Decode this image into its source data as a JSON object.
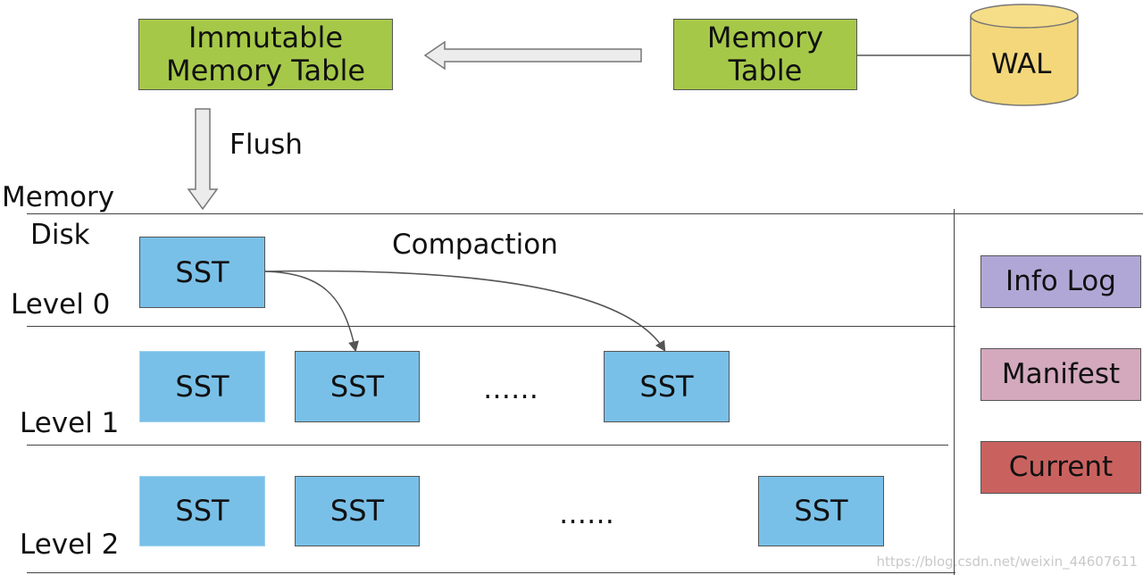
{
  "top": {
    "immutable_memtable": "Immutable\nMemory Table",
    "memtable": "Memory\nTable",
    "wal": "WAL",
    "flush_label": "Flush"
  },
  "boundary": {
    "memory_label": "Memory",
    "disk_label": "Disk"
  },
  "compaction_label": "Compaction",
  "levels": {
    "level0": {
      "label": "Level 0",
      "sst": [
        "SST"
      ]
    },
    "level1": {
      "label": "Level 1",
      "sst": [
        "SST",
        "SST",
        "SST"
      ],
      "ellipsis": "……"
    },
    "level2": {
      "label": "Level 2",
      "sst": [
        "SST",
        "SST",
        "SST"
      ],
      "ellipsis": "……"
    }
  },
  "side_files": {
    "info_log": {
      "label": "Info Log",
      "color": "#b1a7d6"
    },
    "manifest": {
      "label": "Manifest",
      "color": "#d4a9bd"
    },
    "current": {
      "label": "Current",
      "color": "#c9625f"
    }
  },
  "colors": {
    "memtable_green": "#a6c849",
    "sst_blue": "#79c0e8",
    "wal_yellow": "#f3d77a"
  },
  "watermark": "https://blog.csdn.net/weixin_44607611"
}
